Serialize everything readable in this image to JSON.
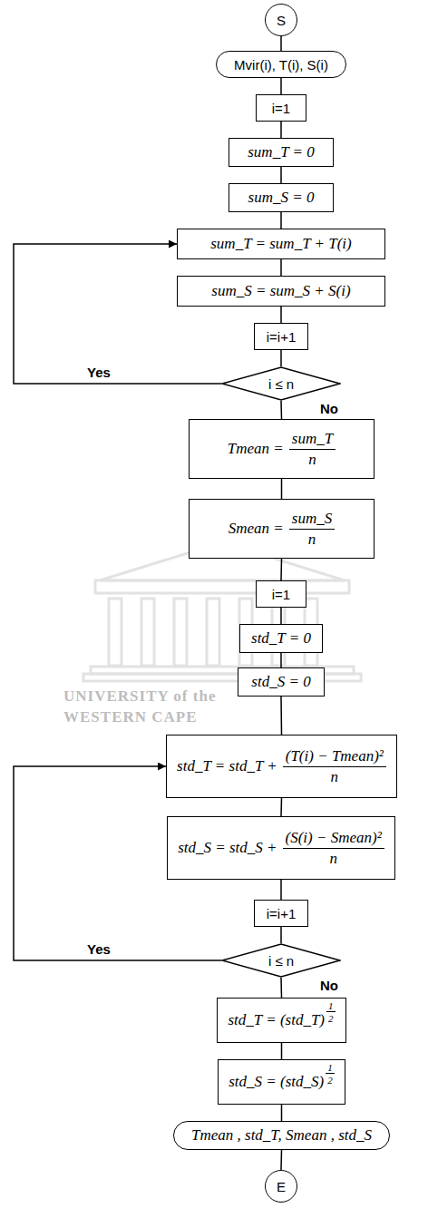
{
  "diagram": {
    "nodes": [
      {
        "text": [
          "S"
        ]
      },
      {
        "text": [
          "Mvir(i), T(i), S(i)"
        ]
      },
      {
        "text": [
          "i=1"
        ]
      },
      {
        "text": [
          "sum_T = 0"
        ]
      },
      {
        "text": [
          "sum_S = 0"
        ]
      },
      {
        "text": [
          "sum_T = sum_T + T(i)"
        ]
      },
      {
        "text": [
          "sum_S = sum_S + S(i)"
        ]
      },
      {
        "text": [
          "i=i+1"
        ]
      },
      {
        "text": [
          "i ≤ n"
        ]
      },
      {
        "text": [
          "Tmean =",
          "sum_T",
          "n"
        ]
      },
      {
        "text": [
          "Smean =",
          "sum_S",
          "n"
        ]
      },
      {
        "text": [
          "i=1"
        ]
      },
      {
        "text": [
          "std_T = 0"
        ]
      },
      {
        "text": [
          "std_S = 0"
        ]
      },
      {
        "text": [
          "std_T = std_T +",
          "(T(i) − Tmean)²",
          "n"
        ]
      },
      {
        "text": [
          "std_S = std_S +",
          "(S(i) − Smean)²",
          "n"
        ]
      },
      {
        "text": [
          "i=i+1"
        ]
      },
      {
        "text": [
          "i ≤ n"
        ]
      },
      {
        "text": [
          "std_T = (std_T)",
          "1",
          "2"
        ]
      },
      {
        "text": [
          "std_S = (std_S)",
          "1",
          "2"
        ]
      },
      {
        "text": [
          "Tmean , std_T, Smean , std_S"
        ]
      },
      {
        "text": [
          "E"
        ]
      }
    ],
    "edges": [
      {
        "from": 0,
        "to": 1,
        "arrow": "none"
      },
      {
        "from": 1,
        "to": 2,
        "arrow": "none"
      },
      {
        "from": 2,
        "to": 3,
        "arrow": "none"
      },
      {
        "from": 3,
        "to": 4,
        "arrow": "none"
      },
      {
        "from": 4,
        "to": 5,
        "arrow": "none"
      },
      {
        "from": 5,
        "to": 6,
        "arrow": "none"
      },
      {
        "from": 6,
        "to": 7,
        "arrow": "none"
      },
      {
        "from": 7,
        "to": 8,
        "arrow": "none"
      },
      {
        "from": 8,
        "to": 5,
        "label": "Yes",
        "arrow": "to"
      },
      {
        "from": 8,
        "to": 9,
        "label": "No",
        "arrow": "none"
      },
      {
        "from": 9,
        "to": 10,
        "arrow": "none"
      },
      {
        "from": 10,
        "to": 11,
        "arrow": "none"
      },
      {
        "from": 11,
        "to": 12,
        "arrow": "none"
      },
      {
        "from": 12,
        "to": 13,
        "arrow": "none"
      },
      {
        "from": 13,
        "to": 14,
        "arrow": "none"
      },
      {
        "from": 14,
        "to": 15,
        "arrow": "none"
      },
      {
        "from": 15,
        "to": 16,
        "arrow": "none"
      },
      {
        "from": 16,
        "to": 17,
        "arrow": "none"
      },
      {
        "from": 17,
        "to": 14,
        "label": "Yes",
        "arrow": "to"
      },
      {
        "from": 17,
        "to": 18,
        "label": "No",
        "arrow": "none"
      },
      {
        "from": 18,
        "to": 19,
        "arrow": "none"
      },
      {
        "from": 19,
        "to": 20,
        "arrow": "none"
      },
      {
        "from": 20,
        "to": 21,
        "arrow": "none"
      }
    ],
    "labels": [
      "UNIVERSITY of the",
      "WESTERN CAPE"
    ]
  }
}
